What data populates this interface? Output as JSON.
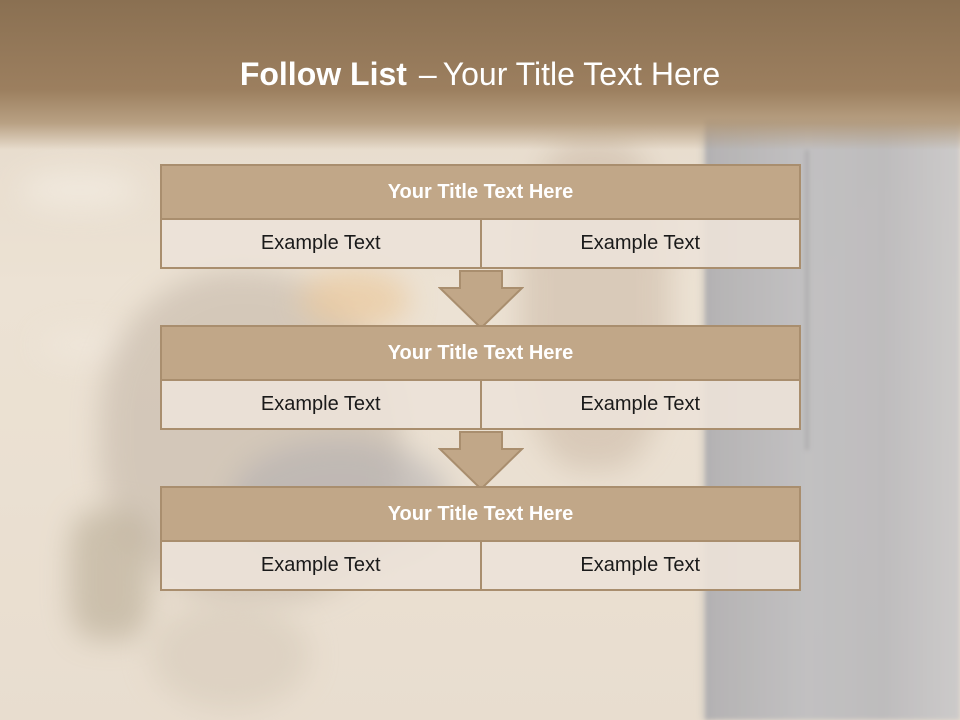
{
  "slide": {
    "title_bold": "Follow List",
    "title_dash": "–",
    "title_rest": "Your Title Text Here"
  },
  "blocks": [
    {
      "title": "Your Title Text Here",
      "left": "Example Text",
      "right": "Example Text"
    },
    {
      "title": "Your Title Text Here",
      "left": "Example Text",
      "right": "Example Text"
    },
    {
      "title": "Your Title Text Here",
      "left": "Example Text",
      "right": "Example Text"
    }
  ],
  "colors": {
    "header": "#9c7f5f",
    "block_title_fill": "#c1a788",
    "block_border": "#a98e6e",
    "cell_fill": "#ece2d8",
    "arrow_fill": "#c1a788"
  },
  "icons": [
    "down-arrow-icon"
  ]
}
